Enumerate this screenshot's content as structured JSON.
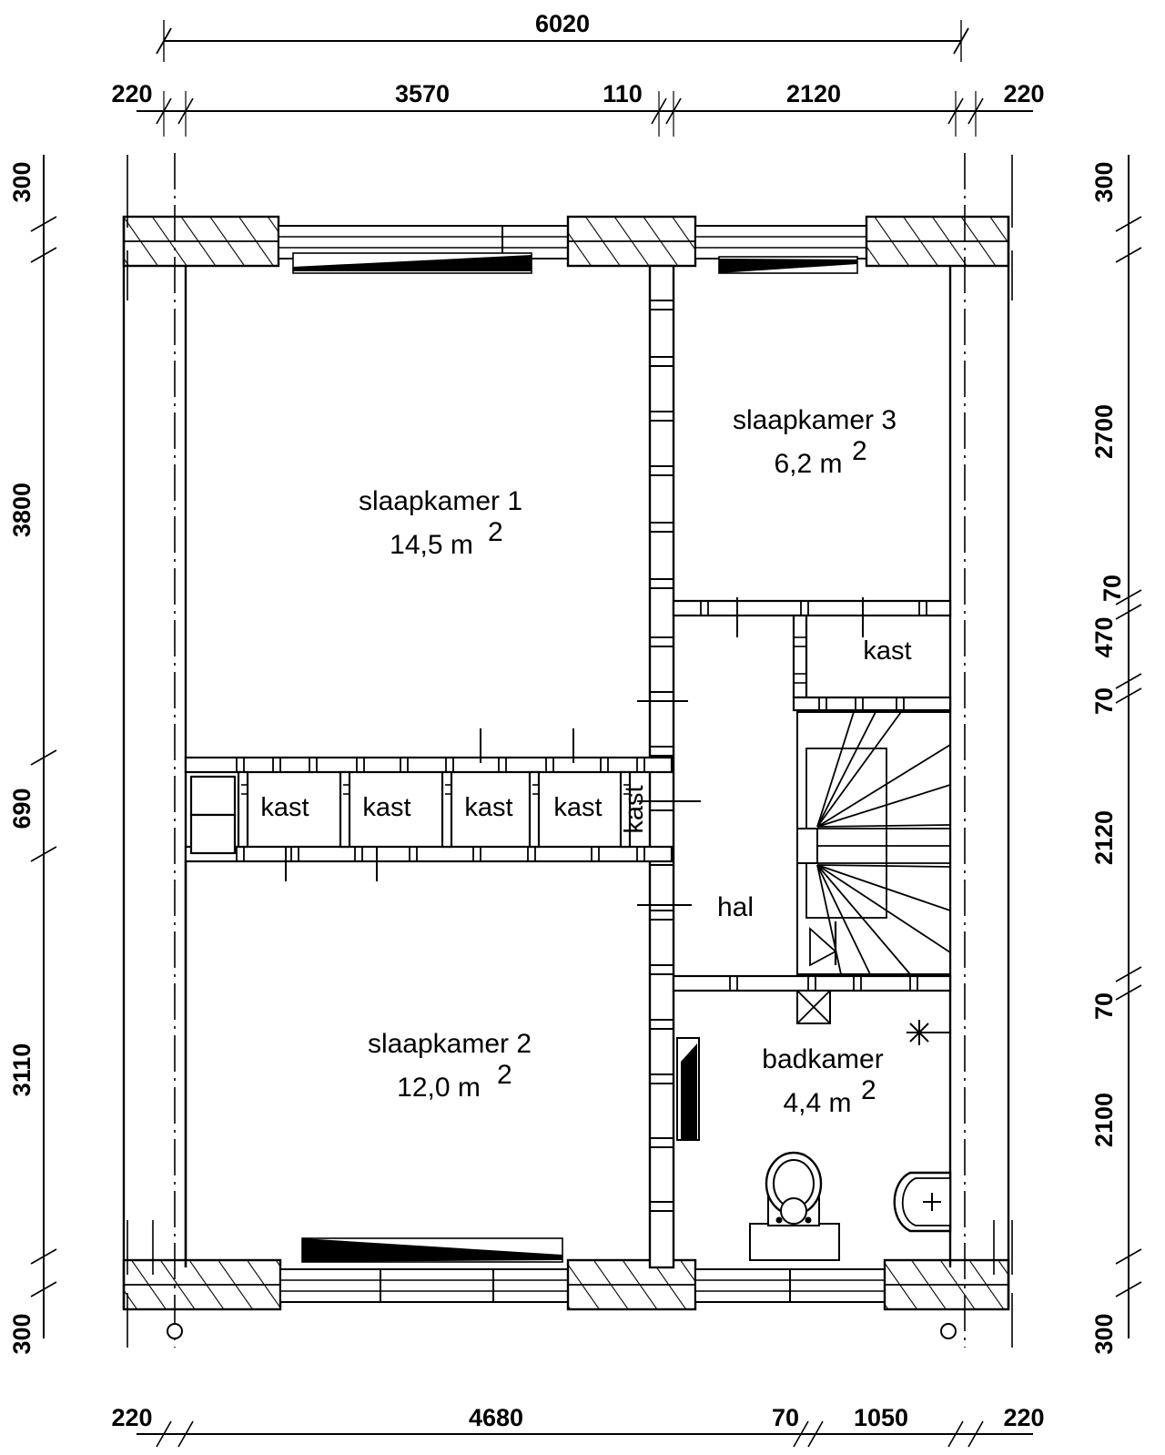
{
  "drawing": {
    "type": "floor-plan",
    "title": "Verdieping plattegrond",
    "language": "nl",
    "units": "mm",
    "line_color": "#000000",
    "background_color": "#ffffff"
  },
  "dimensions": {
    "top_overall": {
      "value": "6020"
    },
    "top_chain": [
      "220",
      "3570",
      "110",
      "2120",
      "220"
    ],
    "bottom_chain": [
      "220",
      "4680",
      "70",
      "1050",
      "220"
    ],
    "left_chain": [
      "300",
      "3800",
      "690",
      "3110",
      "300"
    ],
    "right_chain": [
      "300",
      "2700",
      "70",
      "470",
      "70",
      "2120",
      "70",
      "2100",
      "300"
    ]
  },
  "rooms": [
    {
      "id": "slaapkamer-1",
      "name": "slaapkamer 1",
      "area": "14,5 m",
      "area_sup": "2"
    },
    {
      "id": "slaapkamer-2",
      "name": "slaapkamer 2",
      "area": "12,0 m",
      "area_sup": "2"
    },
    {
      "id": "slaapkamer-3",
      "name": "slaapkamer 3",
      "area": "6,2 m",
      "area_sup": "2"
    },
    {
      "id": "badkamer",
      "name": "badkamer",
      "area": "4,4 m",
      "area_sup": "2"
    },
    {
      "id": "hal",
      "name": "hal",
      "area": "",
      "area_sup": ""
    }
  ],
  "closets": {
    "label": "kast",
    "row_labels": [
      "kast",
      "kast",
      "kast",
      "kast"
    ],
    "vertical_label": "kast",
    "upper_right_label": "kast"
  },
  "fixtures": [
    {
      "id": "toilet",
      "name": "toilet"
    },
    {
      "id": "washbasin",
      "name": "wastafel"
    },
    {
      "id": "staircase",
      "name": "trap"
    },
    {
      "id": "shaft",
      "name": "schacht"
    },
    {
      "id": "vent-star",
      "name": "ventilatiepunt"
    }
  ]
}
